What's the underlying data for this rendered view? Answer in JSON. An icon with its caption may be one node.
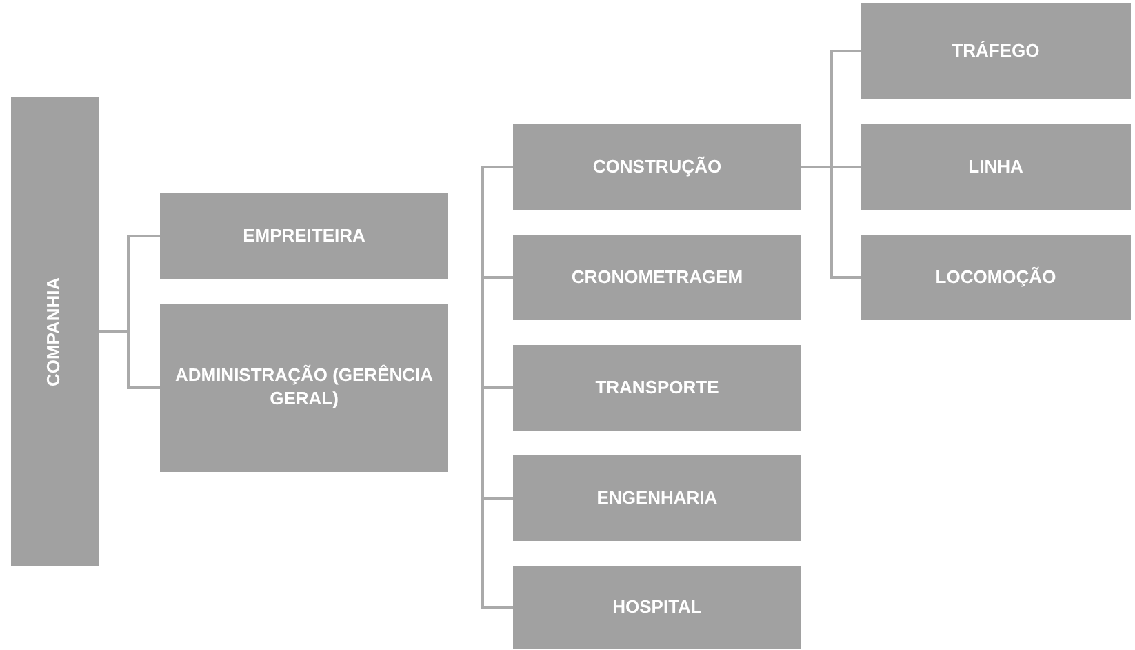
{
  "diagram": {
    "nodes": [
      {
        "text": [
          "COMPANHIA"
        ]
      },
      {
        "text": [
          "EMPREITEIRA"
        ]
      },
      {
        "text": [
          "ADMINISTRAÇÃO (GERÊNCIA GERAL)"
        ]
      },
      {
        "text": [
          "CONSTRUÇÃO"
        ]
      },
      {
        "text": [
          "CRONOMETRAGEM"
        ]
      },
      {
        "text": [
          "TRANSPORTE"
        ]
      },
      {
        "text": [
          "ENGENHARIA"
        ]
      },
      {
        "text": [
          "HOSPITAL"
        ]
      },
      {
        "text": [
          "TRÁFEGO"
        ]
      },
      {
        "text": [
          "LINHA"
        ]
      },
      {
        "text": [
          "LOCOMOÇÃO"
        ]
      }
    ],
    "edges": [
      {
        "from": 0,
        "to": 1,
        "arrow": "none"
      },
      {
        "from": 0,
        "to": 2,
        "arrow": "none"
      },
      {
        "from": 3,
        "to": 4,
        "arrow": "none"
      },
      {
        "from": 3,
        "to": 5,
        "arrow": "none"
      },
      {
        "from": 3,
        "to": 6,
        "arrow": "none"
      },
      {
        "from": 3,
        "to": 7,
        "arrow": "none"
      },
      {
        "from": 3,
        "to": 8,
        "arrow": "none"
      },
      {
        "from": 3,
        "to": 9,
        "arrow": "none"
      },
      {
        "from": 3,
        "to": 10,
        "arrow": "none"
      }
    ]
  }
}
